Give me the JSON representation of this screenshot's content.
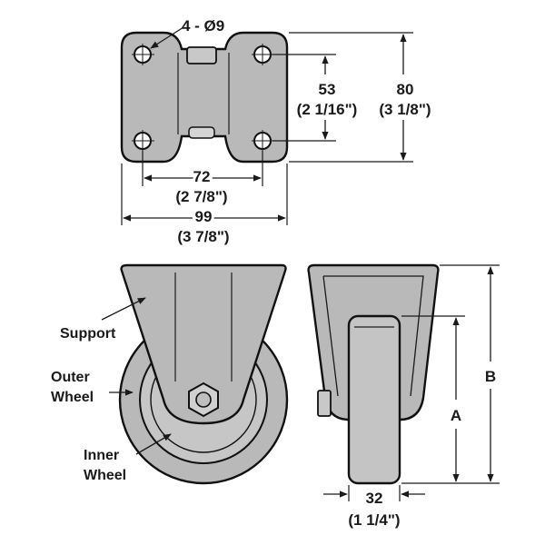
{
  "top_view": {
    "holes": "4 - Ø9",
    "hole_spacing_y_mm": "53",
    "hole_spacing_y_in": "(2 1/16\")",
    "plate_height_mm": "80",
    "plate_height_in": "(3 1/8\")",
    "hole_spacing_x_mm": "72",
    "hole_spacing_x_in": "(2 7/8\")",
    "plate_width_mm": "99",
    "plate_width_in": "(3 7/8\")"
  },
  "front_view": {
    "support": "Support",
    "outer_wheel_1": "Outer",
    "outer_wheel_2": "Wheel",
    "inner_wheel_1": "Inner",
    "inner_wheel_2": "Wheel"
  },
  "side_view": {
    "dim_a": "A",
    "dim_b": "B",
    "wheel_width_mm": "32",
    "wheel_width_in": "(1 1/4\")"
  },
  "colors": {
    "body_fill": "#b9b9b9",
    "outline": "#111111",
    "background": "#ffffff"
  }
}
